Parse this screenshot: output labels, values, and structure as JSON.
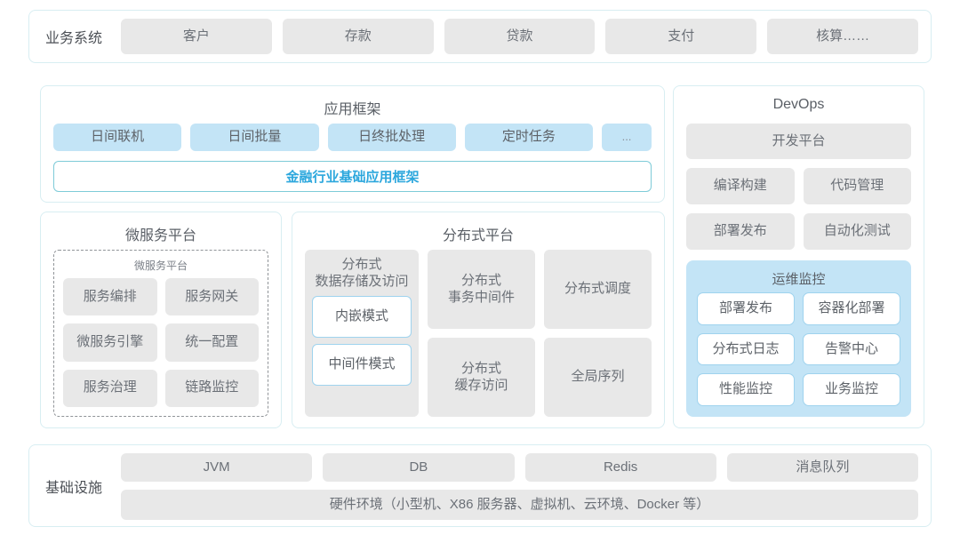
{
  "theme": {
    "page_bg": "#ffffff",
    "card_border": "#d8eef2",
    "chip_gray": "#e8e8e8",
    "chip_blue": "#c3e4f6",
    "accent_blue": "#2ca7dd",
    "accent_border": "#7ecbd8",
    "text_gray": "#6b7077",
    "title_gray": "#5a5f66"
  },
  "business_systems": {
    "label": "业务系统",
    "items": [
      {
        "label": "客户"
      },
      {
        "label": "存款"
      },
      {
        "label": "贷款"
      },
      {
        "label": "支付"
      },
      {
        "label": "核算……"
      }
    ]
  },
  "app_framework": {
    "title": "应用框架",
    "chips": [
      {
        "label": "日间联机",
        "style": "wide"
      },
      {
        "label": "日间批量",
        "style": "wide"
      },
      {
        "label": "日终批处理",
        "style": "wide"
      },
      {
        "label": "定时任务",
        "style": "wide"
      },
      {
        "label": "...",
        "style": "narrow"
      }
    ],
    "banner": "金融行业基础应用框架"
  },
  "microservice_platform": {
    "title": "微服务平台",
    "inner_title": "微服务平台",
    "items": [
      {
        "label": "服务编排"
      },
      {
        "label": "服务网关"
      },
      {
        "label": "微服务引擎"
      },
      {
        "label": "统一配置"
      },
      {
        "label": "服务治理"
      },
      {
        "label": "链路监控"
      }
    ]
  },
  "distributed_platform": {
    "title": "分布式平台",
    "storage": {
      "title": "分布式\n数据存储及访问",
      "title_line1": "分布式",
      "title_line2": "数据存储及访问",
      "modes": [
        {
          "label": "内嵌模式"
        },
        {
          "label": "中间件模式"
        }
      ]
    },
    "items": [
      {
        "line1": "分布式",
        "line2": "事务中间件"
      },
      {
        "line1": "分布式调度",
        "line2": ""
      },
      {
        "line1": "分布式",
        "line2": "缓存访问"
      },
      {
        "line1": "全局序列",
        "line2": ""
      }
    ]
  },
  "devops": {
    "title": "DevOps",
    "platform": {
      "label": "开发平台"
    },
    "items": [
      {
        "label": "编译构建"
      },
      {
        "label": "代码管理"
      },
      {
        "label": "部署发布"
      },
      {
        "label": "自动化测试"
      }
    ],
    "monitoring": {
      "title": "运维监控",
      "items": [
        {
          "label": "部署发布"
        },
        {
          "label": "容器化部署"
        },
        {
          "label": "分布式日志"
        },
        {
          "label": "告警中心"
        },
        {
          "label": "性能监控"
        },
        {
          "label": "业务监控"
        }
      ]
    }
  },
  "infrastructure": {
    "label": "基础设施",
    "items": [
      {
        "label": "JVM"
      },
      {
        "label": "DB"
      },
      {
        "label": "Redis"
      },
      {
        "label": "消息队列"
      }
    ],
    "hardware": "硬件环境（小型机、X86 服务器、虚拟机、云环境、Docker 等）"
  }
}
